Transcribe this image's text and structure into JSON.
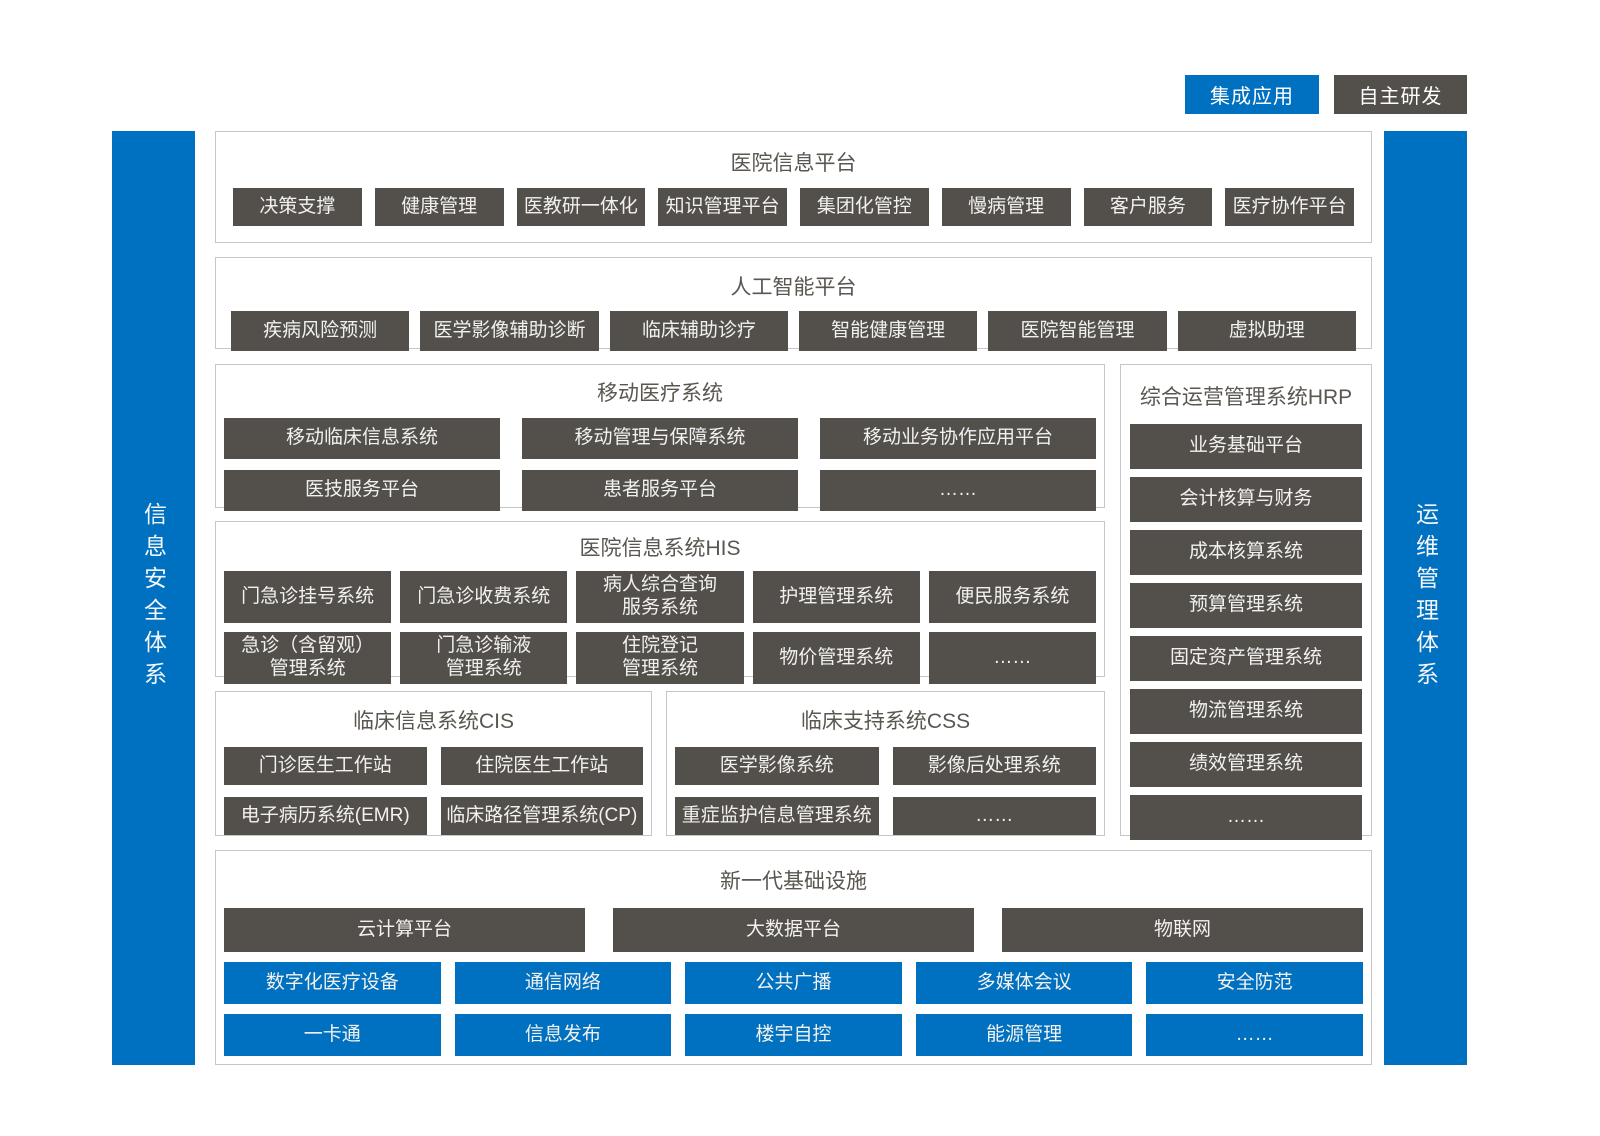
{
  "legend": {
    "integrated_label": "集成应用",
    "self_developed_label": "自主研发"
  },
  "side_bars": {
    "left": "信息安全体系",
    "right": "运维管理体系"
  },
  "colors": {
    "blue": "#0070C0",
    "dark_gray": "#53504C",
    "section_border": "#C6C6C6",
    "title_text": "#5A5650"
  },
  "sections": {
    "hospital_info_platform": {
      "title": "医院信息平台",
      "items": [
        "决策支撑",
        "健康管理",
        "医教研一体化",
        "知识管理平台",
        "集团化管控",
        "慢病管理",
        "客户服务",
        "医疗协作平台"
      ]
    },
    "ai_platform": {
      "title": "人工智能平台",
      "items": [
        "疾病风险预测",
        "医学影像辅助诊断",
        "临床辅助诊疗",
        "智能健康管理",
        "医院智能管理",
        "虚拟助理"
      ]
    },
    "mobile_medical": {
      "title": "移动医疗系统",
      "rows": [
        [
          "移动临床信息系统",
          "移动管理与保障系统",
          "移动业务协作应用平台"
        ],
        [
          "医技服务平台",
          "患者服务平台",
          "……"
        ]
      ]
    },
    "hrp": {
      "title": "综合运营管理系统HRP",
      "items": [
        "业务基础平台",
        "会计核算与财务",
        "成本核算系统",
        "预算管理系统",
        "固定资产管理系统",
        "物流管理系统",
        "绩效管理系统",
        "……"
      ]
    },
    "his": {
      "title": "医院信息系统HIS",
      "rows": [
        [
          "门急诊挂号系统",
          "门急诊收费系统",
          "病人综合查询\n服务系统",
          "护理管理系统",
          "便民服务系统"
        ],
        [
          "急诊（含留观）\n管理系统",
          "门急诊输液\n管理系统",
          "住院登记\n管理系统",
          "物价管理系统",
          "……"
        ]
      ]
    },
    "cis": {
      "title": "临床信息系统CIS",
      "rows": [
        [
          "门诊医生工作站",
          "住院医生工作站"
        ],
        [
          "电子病历系统(EMR)",
          "临床路径管理系统(CP)"
        ]
      ]
    },
    "css": {
      "title": "临床支持系统CSS",
      "rows": [
        [
          "医学影像系统",
          "影像后处理系统"
        ],
        [
          "重症监护信息管理系统",
          "……"
        ]
      ]
    },
    "infrastructure": {
      "title": "新一代基础设施",
      "dark_row": [
        "云计算平台",
        "大数据平台",
        "物联网"
      ],
      "blue_rows": [
        [
          "数字化医疗设备",
          "通信网络",
          "公共广播",
          "多媒体会议",
          "安全防范"
        ],
        [
          "一卡通",
          "信息发布",
          "楼宇自控",
          "能源管理",
          "……"
        ]
      ]
    }
  }
}
